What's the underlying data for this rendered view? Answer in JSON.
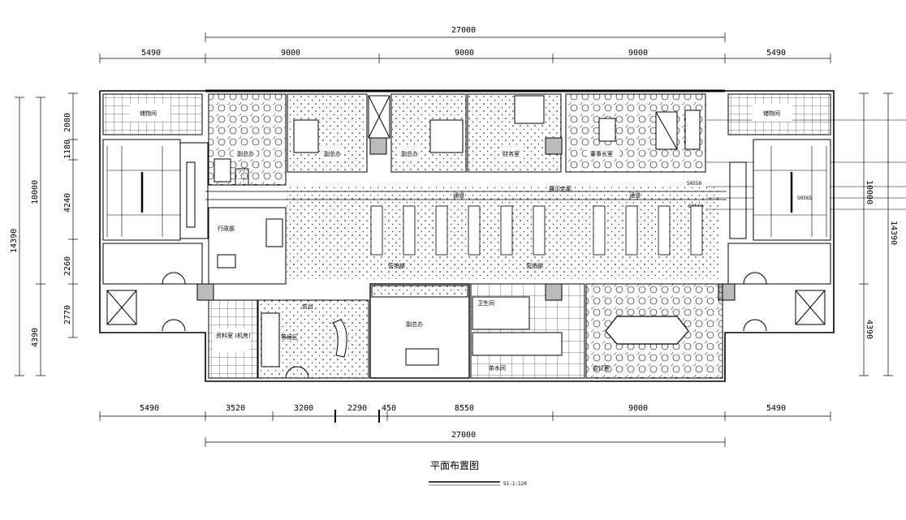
{
  "dimensions": {
    "top_total": "27000",
    "top_segments": [
      "5490",
      "9000",
      "9000",
      "9000",
      "5490"
    ],
    "bottom_total": "27000",
    "bottom_segments": [
      "5490",
      "3520",
      "3200",
      "2290",
      "450",
      "8550",
      "9000",
      "5490"
    ],
    "left_outer": "14390",
    "left_mid_10000": "10000",
    "left_mid_4390": "4390",
    "left_inner": [
      "2080",
      "1180",
      "4240",
      "2260",
      "2770"
    ],
    "right_10000": "10000",
    "right_14390": "14390",
    "right_4390": "4390",
    "pipe_labels": [
      "50550",
      "50565",
      "50560"
    ]
  },
  "rooms": {
    "storage_left": "储物间",
    "storage_right": "储物间",
    "manager_office_a": "副总办",
    "manager_office_b": "副总办",
    "manager_office_c": "副总办",
    "finance_room": "财务室",
    "gm_office": "董事长室",
    "corridor_a": "通道",
    "corridor_b": "展示走廊",
    "corridor_c": "通道",
    "admin_dept": "行政部",
    "sales_dept": "营销部",
    "sales_dept_b": "营销部",
    "reception": "前台",
    "reception_area": "等候区",
    "data_room": "资料室\n(机房)",
    "deputy_office": "副总办",
    "restroom": "卫生间",
    "pantry": "茶水间",
    "meeting_room": "会议室"
  },
  "footer": {
    "title": "平面布置图",
    "scale": "S1:1:120"
  }
}
